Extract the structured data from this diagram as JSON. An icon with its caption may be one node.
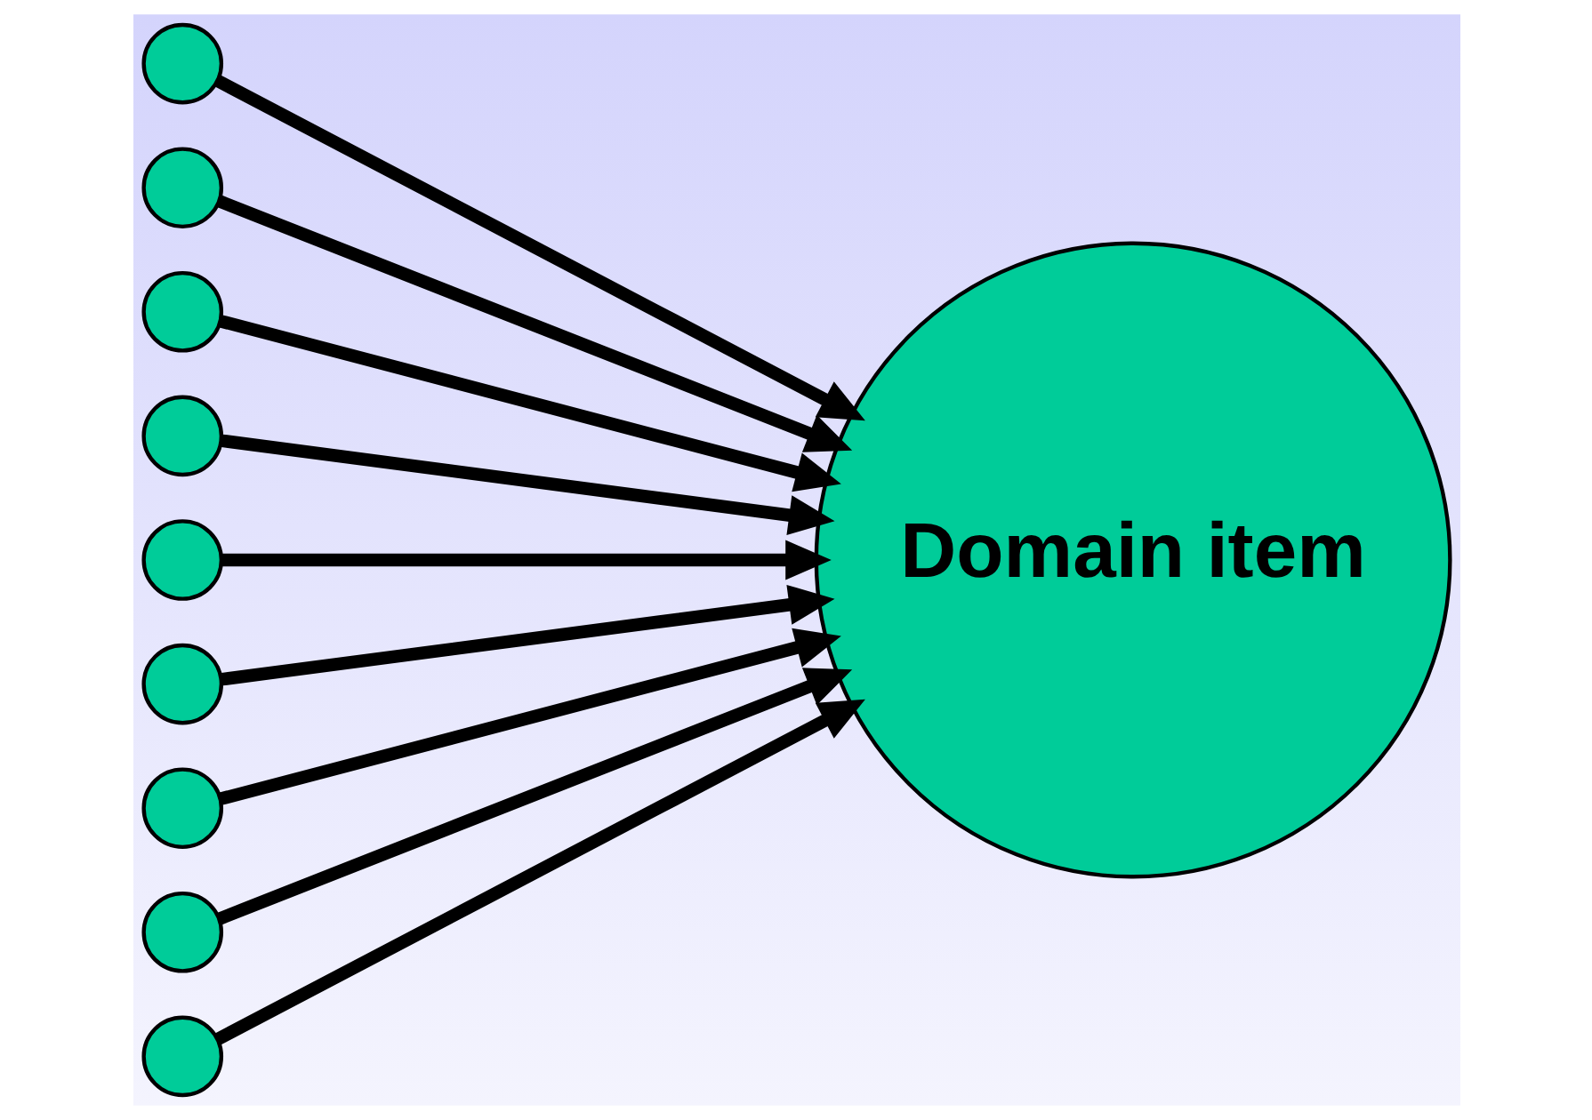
{
  "diagram": {
    "nodes": [
      {
        "text": [],
        "shape": "circle"
      },
      {
        "text": [],
        "shape": "circle"
      },
      {
        "text": [],
        "shape": "circle"
      },
      {
        "text": [],
        "shape": "circle"
      },
      {
        "text": [],
        "shape": "circle"
      },
      {
        "text": [],
        "shape": "circle"
      },
      {
        "text": [],
        "shape": "circle"
      },
      {
        "text": [],
        "shape": "circle"
      },
      {
        "text": [],
        "shape": "circle"
      },
      {
        "text": [
          "Domain item"
        ]
      }
    ],
    "edges": [
      {
        "from": 0,
        "to": 9,
        "arrow": "to"
      },
      {
        "from": 1,
        "to": 9,
        "arrow": "to"
      },
      {
        "from": 2,
        "to": 9,
        "arrow": "to"
      },
      {
        "from": 3,
        "to": 9,
        "arrow": "to"
      },
      {
        "from": 4,
        "to": 9,
        "arrow": "to"
      },
      {
        "from": 5,
        "to": 9,
        "arrow": "to"
      },
      {
        "from": 6,
        "to": 9,
        "arrow": "to"
      },
      {
        "from": 7,
        "to": 9,
        "arrow": "to"
      },
      {
        "from": 8,
        "to": 9,
        "arrow": "to"
      }
    ]
  }
}
